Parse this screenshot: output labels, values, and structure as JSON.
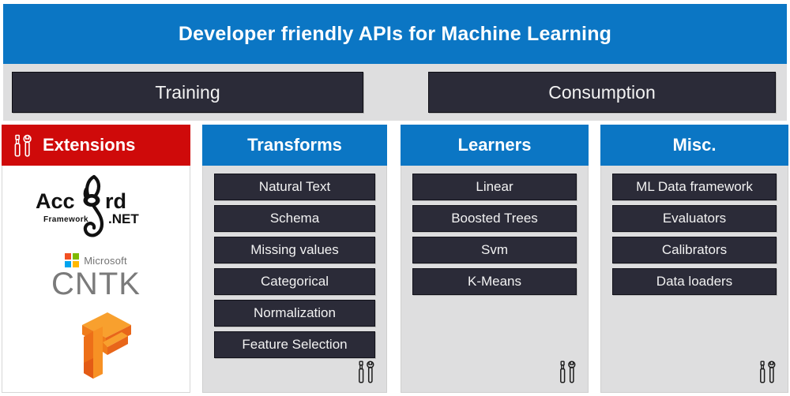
{
  "banner": {
    "title": "Developer friendly APIs for Machine Learning",
    "background_color": "#0b76c4",
    "text_color": "#ffffff"
  },
  "stages": {
    "background_color": "#dededf",
    "items": [
      {
        "label": "Training"
      },
      {
        "label": "Consumption"
      }
    ]
  },
  "colors": {
    "blue_header": "#0b76c4",
    "red_header": "#cf0a0a",
    "dark_item": "#2b2b38",
    "panel_gray": "#dededf",
    "white": "#ffffff"
  },
  "panels": [
    {
      "id": "extensions",
      "title": "Extensions",
      "header_color": "#cf0a0a",
      "header_icon": "tools-icon",
      "body_style": "white",
      "logos": [
        {
          "id": "accord",
          "name": "accord-net-logo",
          "main_text": "Accord",
          "sub_text": "Framework",
          "suffix_text": ".NET"
        },
        {
          "id": "cntk",
          "name": "microsoft-cntk-logo",
          "brand_text": "Microsoft",
          "main_text": "CNTK"
        },
        {
          "id": "tensorflow",
          "name": "tensorflow-logo",
          "main_text": ""
        }
      ]
    },
    {
      "id": "transforms",
      "title": "Transforms",
      "header_color": "#0b76c4",
      "body_style": "gray",
      "corner_icon": "tools-icon",
      "items": [
        {
          "label": "Natural Text"
        },
        {
          "label": "Schema"
        },
        {
          "label": "Missing values"
        },
        {
          "label": "Categorical"
        },
        {
          "label": "Normalization"
        },
        {
          "label": "Feature Selection"
        }
      ]
    },
    {
      "id": "learners",
      "title": "Learners",
      "header_color": "#0b76c4",
      "body_style": "gray",
      "corner_icon": "tools-icon",
      "items": [
        {
          "label": "Linear"
        },
        {
          "label": "Boosted Trees"
        },
        {
          "label": "Svm"
        },
        {
          "label": "K-Means"
        }
      ]
    },
    {
      "id": "misc",
      "title": "Misc.",
      "header_color": "#0b76c4",
      "body_style": "gray",
      "corner_icon": "tools-icon",
      "items": [
        {
          "label": "ML Data framework"
        },
        {
          "label": "Evaluators"
        },
        {
          "label": "Calibrators"
        },
        {
          "label": "Data loaders"
        }
      ]
    }
  ]
}
